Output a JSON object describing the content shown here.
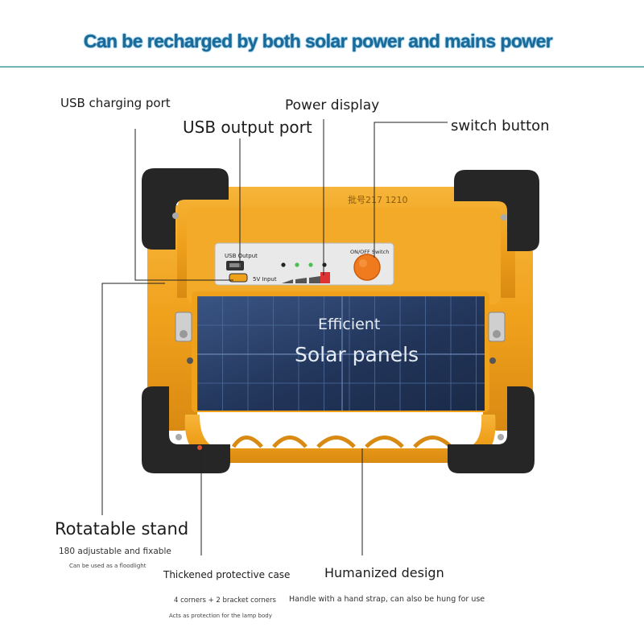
{
  "headline": "Can be recharged by both solar power and mains power",
  "callouts": {
    "usb_charging_port": "USB charging port",
    "power_display": "Power display",
    "usb_output_port": "USB output port",
    "switch_button": "switch button"
  },
  "device_panel": {
    "usb_output_marking": "USB Output",
    "input_marking": "5V Input",
    "switch_marking": "ON/OFF Switch",
    "top_marking": "批号217 1210",
    "line1": "Efficient",
    "line2": "Solar panels"
  },
  "features": {
    "rotatable_stand": {
      "title": "Rotatable stand",
      "subtitle": "180 adjustable and fixable",
      "note": "Can be used as a floodlight"
    },
    "protective_case": {
      "title": "Thickened protective case",
      "subtitle": "4 corners + 2 bracket corners",
      "note": "Acts as protection for the lamp body"
    },
    "humanized_design": {
      "title": "Humanized design",
      "subtitle": "Handle with a hand strap, can also be hung for use"
    }
  },
  "colors": {
    "body_orange": "#f2a51e",
    "headline_blue": "#1b6b9a",
    "rule_teal": "#6fb4b6",
    "bumper_black": "#262626",
    "solar_blue": "#2b3f66",
    "switch_orange": "#f07a1e"
  }
}
